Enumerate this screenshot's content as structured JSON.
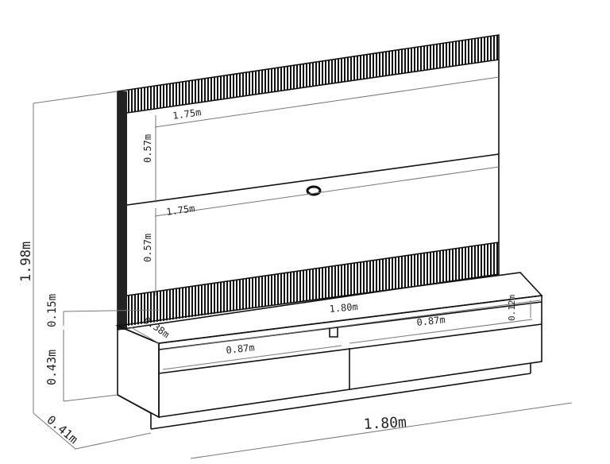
{
  "dimensions": {
    "panel_width_top": "1.75m",
    "panel_width_mid": "1.75m",
    "panel_height_top": "0.57m",
    "panel_height_bottom": "0.57m",
    "total_height": "1.98m",
    "niche_height_left": "0.15m",
    "rack_height": "0.43m",
    "total_depth": "0.41m",
    "total_width": "1.80m",
    "rack_top_width": "1.80m",
    "rack_depth": "0.38m",
    "drawer_left_width": "0.87m",
    "drawer_right_width": "0.87m",
    "niche_height_right": "0.12m"
  },
  "colors": {
    "line": "#111111",
    "dimension": "#777777"
  }
}
